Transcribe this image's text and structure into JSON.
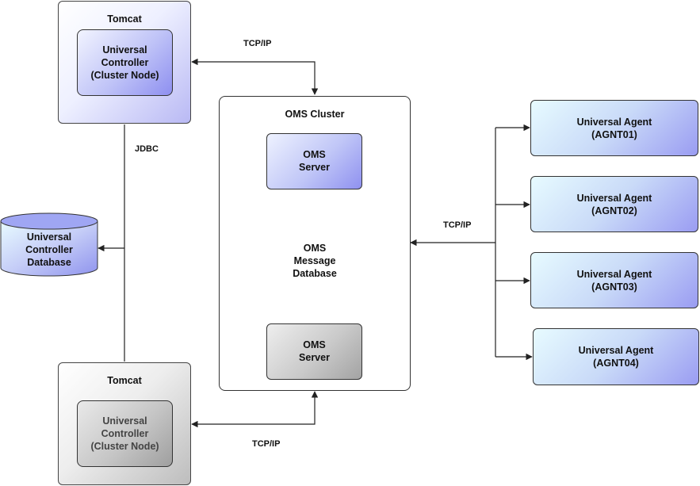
{
  "colors": {
    "line": "#222222",
    "db_top": "#9fa6f3",
    "db_body_light": "#e8fbff",
    "db_body_dark": "#8f93ee"
  },
  "tomcat_top": {
    "title": "Tomcat",
    "inner_label": "Universal\nController\n(Cluster Node)"
  },
  "tomcat_bottom": {
    "title": "Tomcat",
    "inner_label": "Universal\nController\n(Cluster Node)"
  },
  "controller_db": {
    "label": "Universal\nController\nDatabase"
  },
  "oms_cluster": {
    "title": "OMS Cluster",
    "server_top": "OMS\nServer",
    "message_db": "OMS\nMessage\nDatabase",
    "server_bottom": "OMS\nServer"
  },
  "connections": {
    "tcpip_top": "TCP/IP",
    "tcpip_bottom": "TCP/IP",
    "tcpip_agents": "TCP/IP",
    "jdbc": "JDBC"
  },
  "agents": [
    {
      "label": "Universal Agent\n(AGNT01)"
    },
    {
      "label": "Universal Agent\n(AGNT02)"
    },
    {
      "label": "Universal Agent\n(AGNT03)"
    },
    {
      "label": "Universal Agent\n(AGNT04)"
    }
  ]
}
